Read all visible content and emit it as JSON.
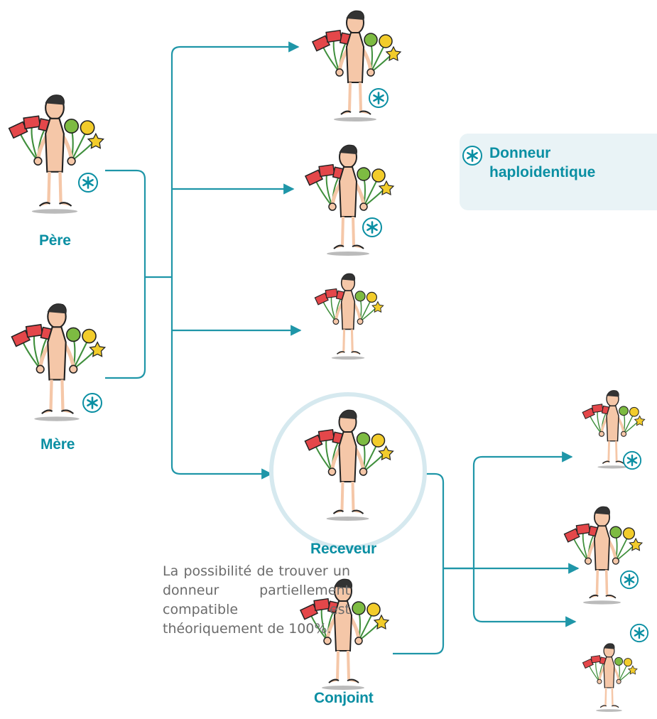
{
  "colors": {
    "accent": "#0a8fa3",
    "line": "#1f96a8",
    "legend_bg": "#e9f3f6",
    "skin": "#f5c7a8",
    "text": "#6b6b6b"
  },
  "people": {
    "father": {
      "label": "Père",
      "haplo_donor": true
    },
    "mother": {
      "label": "Mère",
      "haplo_donor": true
    },
    "recipient": {
      "label": "Receveur",
      "haplo_donor": false
    },
    "spouse": {
      "label": "Conjoint",
      "haplo_donor": false
    },
    "siblings": [
      {
        "haplo_donor": true
      },
      {
        "haplo_donor": true
      },
      {
        "haplo_donor": false
      }
    ],
    "children": [
      {
        "haplo_donor": true
      },
      {
        "haplo_donor": true
      },
      {
        "haplo_donor": true
      }
    ]
  },
  "legend": {
    "symbol": "*",
    "label_line1": "Donneur",
    "label_line2": "haploidentique"
  },
  "note": "La possibilité de trouver un donneur partiellement compatible est théoriquement de 100%.",
  "icons": {
    "donor_marker": "circled-asterisk-icon"
  }
}
